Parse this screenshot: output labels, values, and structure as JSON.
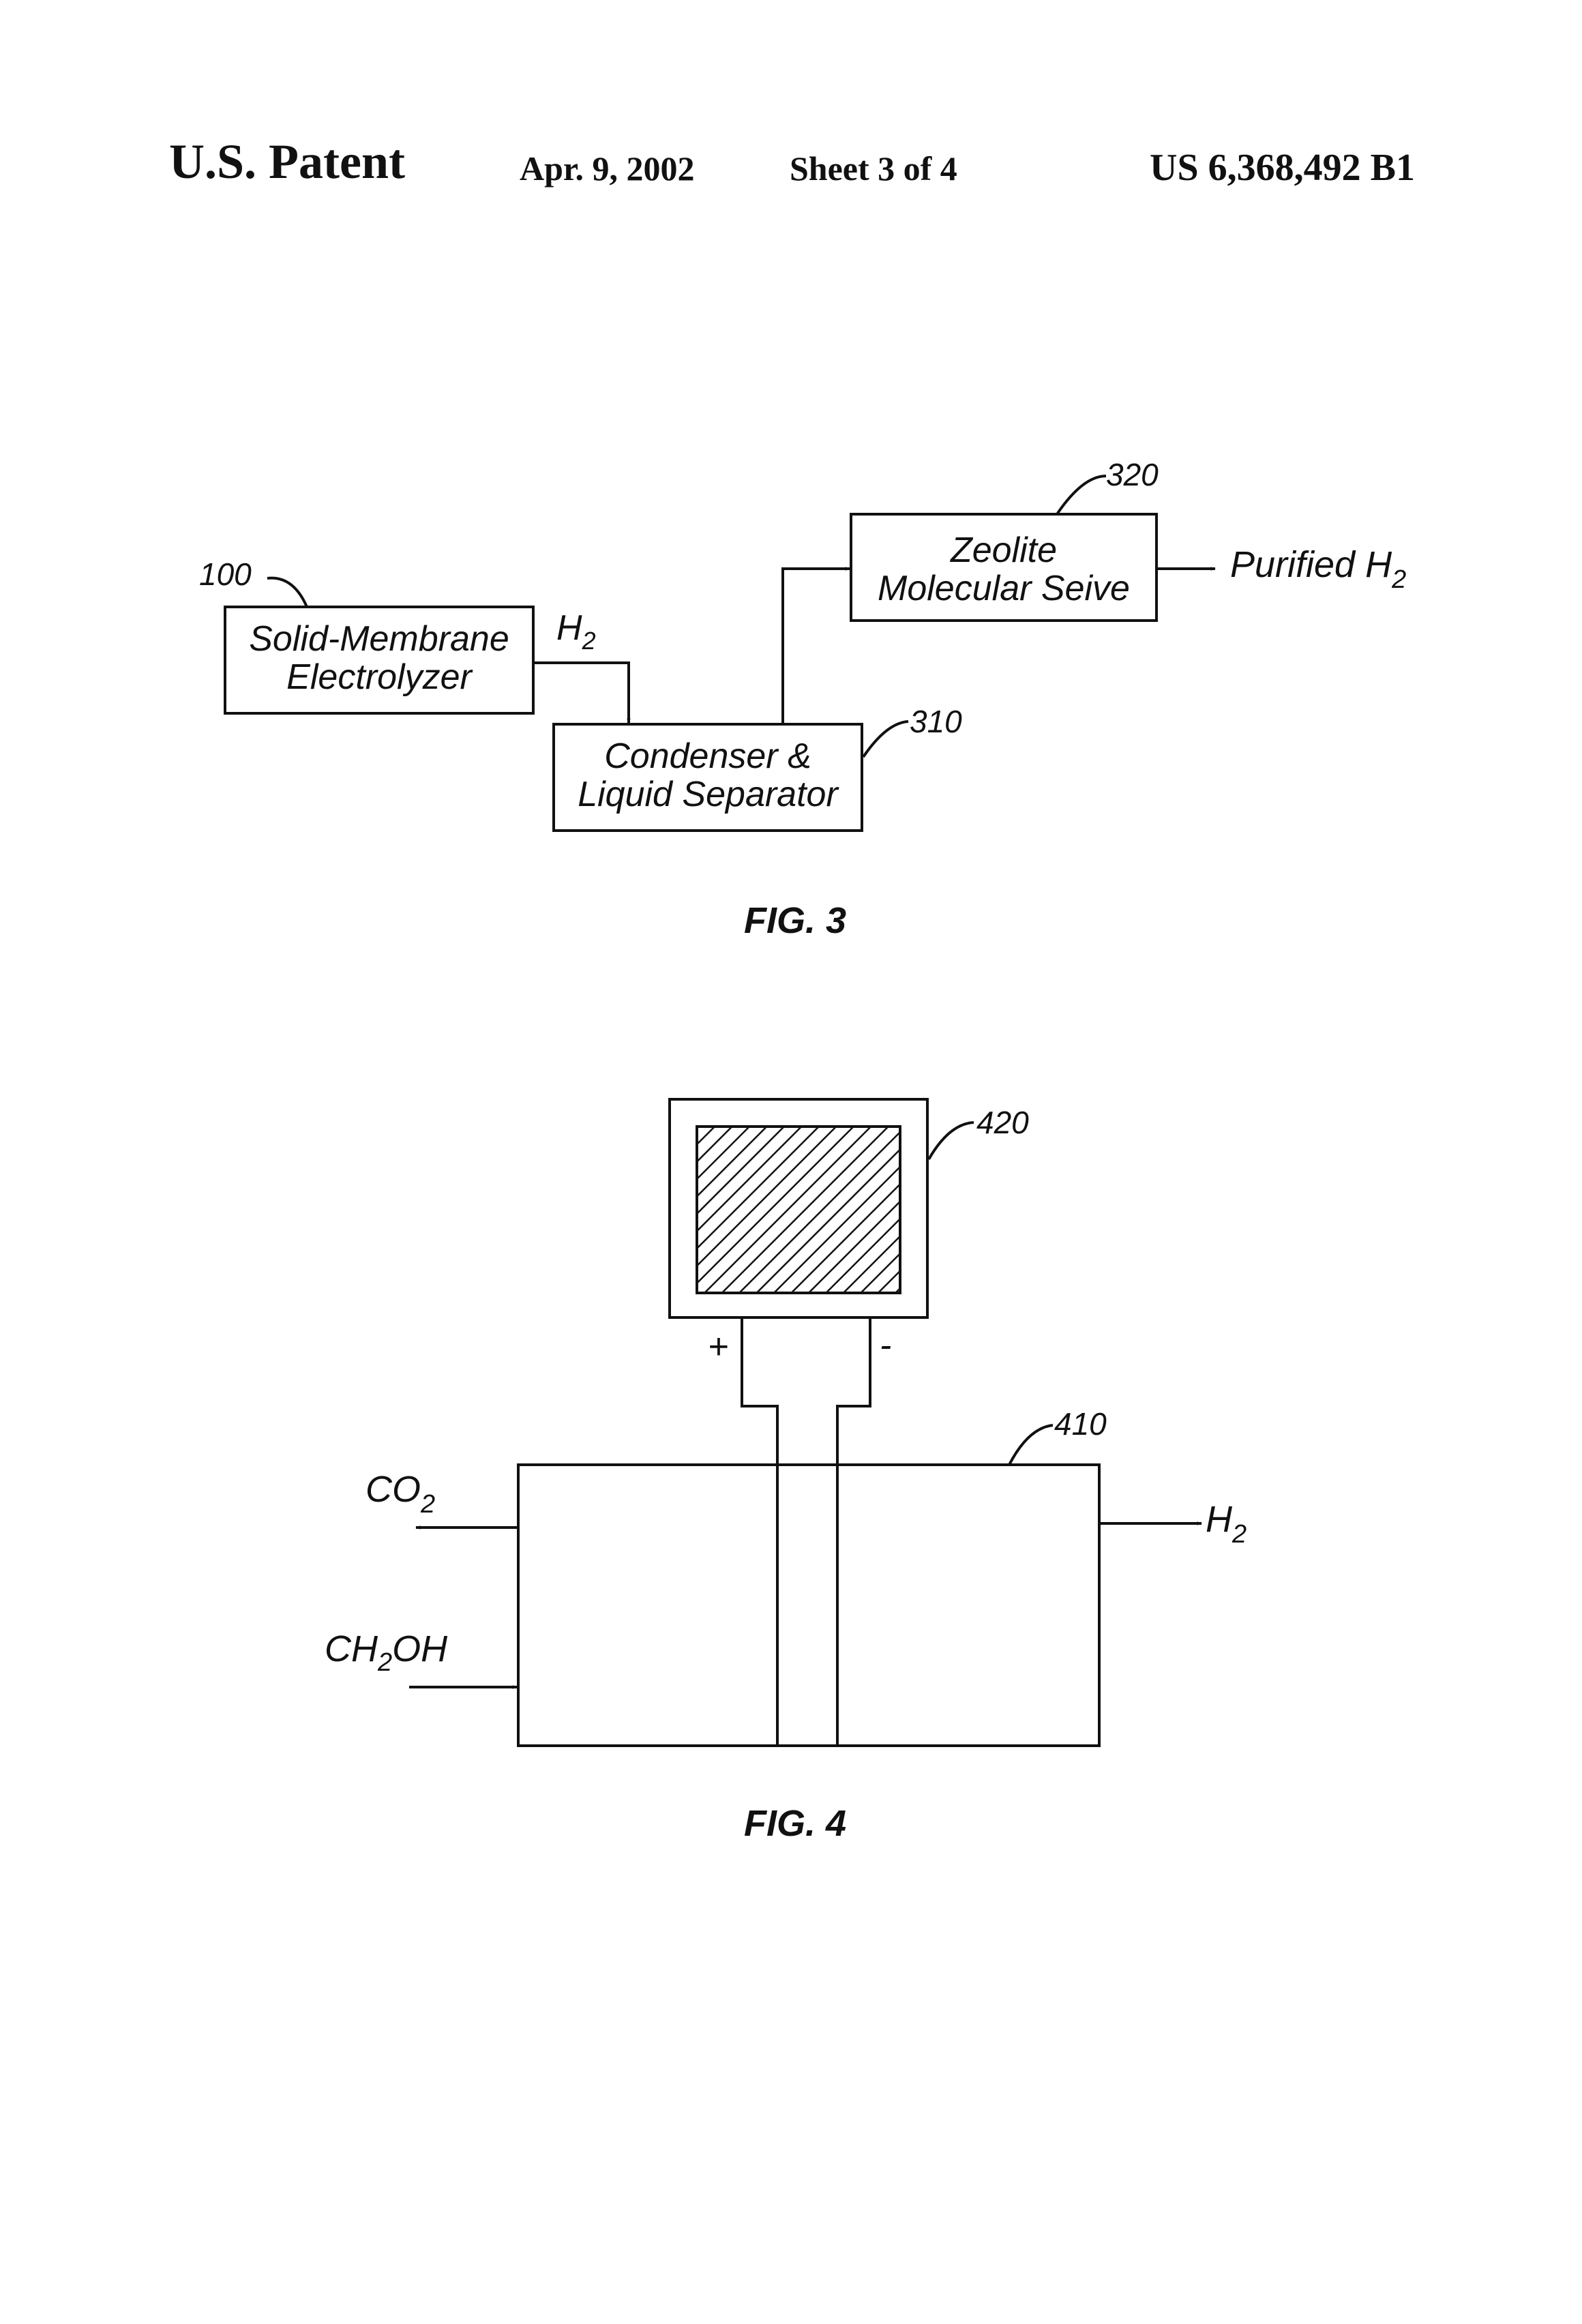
{
  "header": {
    "left": "U.S. Patent",
    "date": "Apr. 9, 2002",
    "sheet": "Sheet 3 of 4",
    "number": "US 6,368,492 B1"
  },
  "fig3": {
    "caption": "FIG. 3",
    "electrolyzer": {
      "ref": "100",
      "line1": "Solid-Membrane",
      "line2": "Electrolyzer"
    },
    "h2_flow": {
      "text": "H",
      "sub": "2"
    },
    "condenser": {
      "ref": "310",
      "line1": "Condenser &",
      "line2": "Liquid Separator"
    },
    "sieve": {
      "ref": "320",
      "line1": "Zeolite",
      "line2": "Molecular Seive"
    },
    "output": {
      "text": "Purified H",
      "sub": "2"
    }
  },
  "fig4": {
    "caption": "FIG. 4",
    "power_ref": "420",
    "cell_ref": "410",
    "plus": "+",
    "minus": "-",
    "co2": {
      "text": "CO",
      "sub": "2"
    },
    "ch2oh": {
      "pre": "CH",
      "sub": "2",
      "post": "OH"
    },
    "h2_out": {
      "text": "H",
      "sub": "2"
    }
  }
}
